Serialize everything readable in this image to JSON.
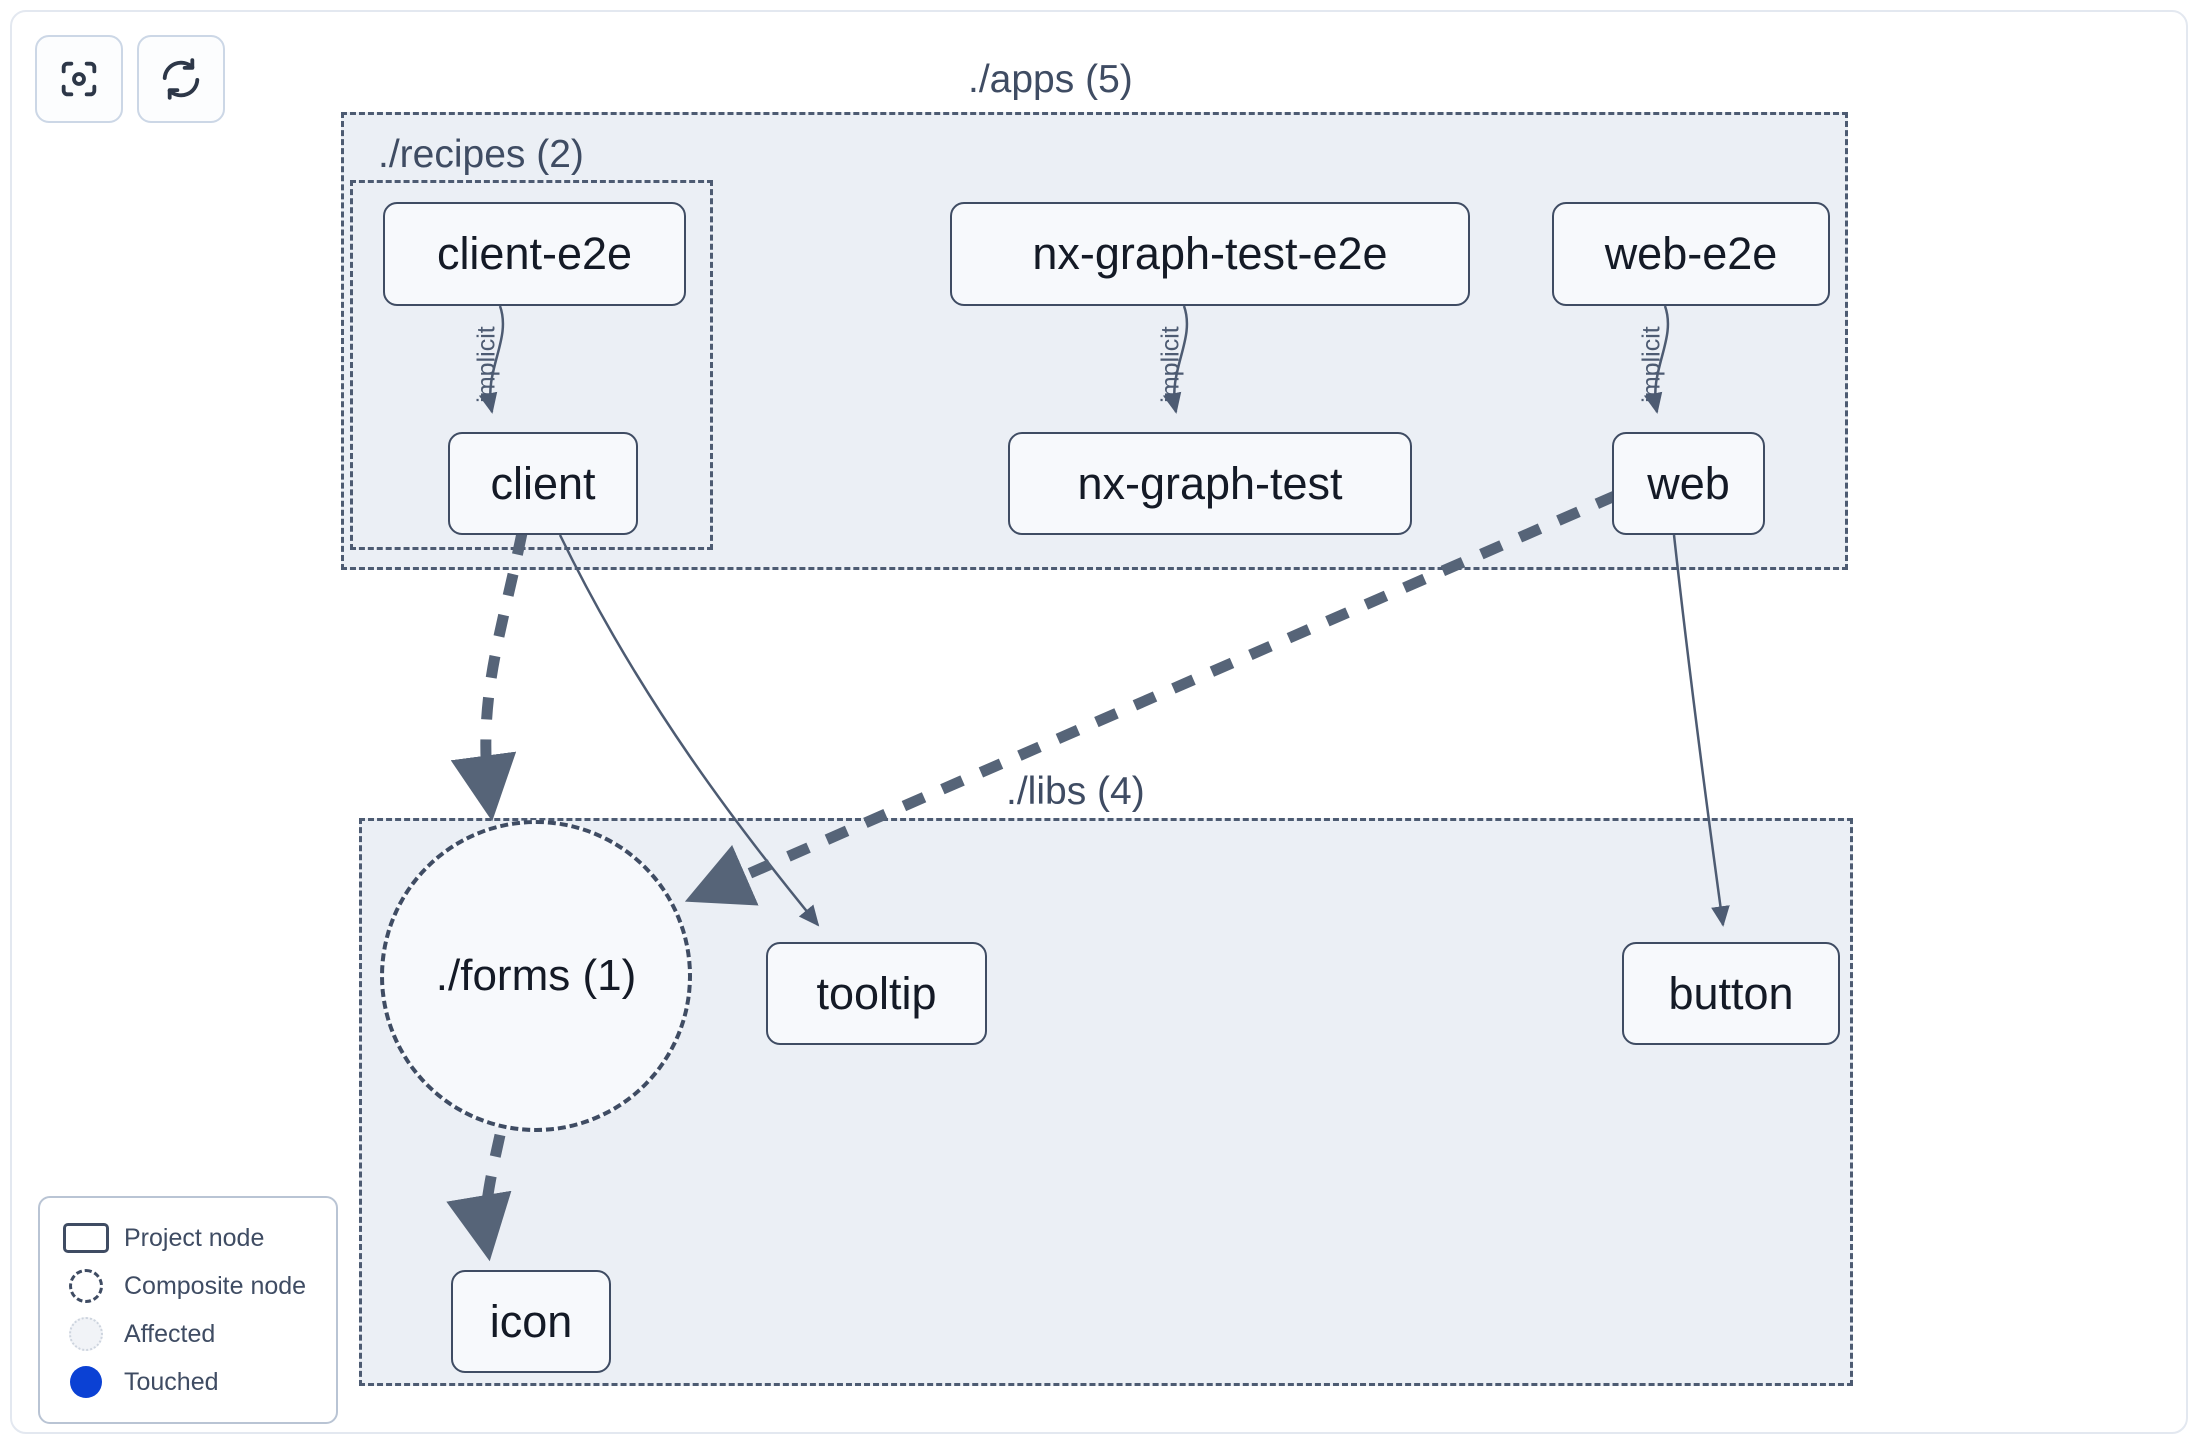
{
  "toolbar": {
    "buttons": [
      {
        "name": "focus-graph-button",
        "icon": "focus-target-icon",
        "label": ""
      },
      {
        "name": "refresh-graph-button",
        "icon": "refresh-icon",
        "label": ""
      }
    ]
  },
  "graph": {
    "groups": [
      {
        "id": "apps",
        "label": "./apps (5)",
        "count": 5
      },
      {
        "id": "recipes",
        "label": "./recipes (2)",
        "count": 2
      },
      {
        "id": "libs",
        "label": "./libs (4)",
        "count": 4
      }
    ],
    "nodes": [
      {
        "id": "client-e2e",
        "label": "client-e2e",
        "type": "project",
        "group": "recipes"
      },
      {
        "id": "nx-graph-test-e2e",
        "label": "nx-graph-test-e2e",
        "type": "project",
        "group": "apps"
      },
      {
        "id": "web-e2e",
        "label": "web-e2e",
        "type": "project",
        "group": "apps"
      },
      {
        "id": "client",
        "label": "client",
        "type": "project",
        "group": "recipes"
      },
      {
        "id": "nx-graph-test",
        "label": "nx-graph-test",
        "type": "project",
        "group": "apps"
      },
      {
        "id": "web",
        "label": "web",
        "type": "project",
        "group": "apps"
      },
      {
        "id": "forms",
        "label": "./forms (1)",
        "type": "composite",
        "group": "libs"
      },
      {
        "id": "tooltip",
        "label": "tooltip",
        "type": "project",
        "group": "libs"
      },
      {
        "id": "button",
        "label": "button",
        "type": "project",
        "group": "libs"
      },
      {
        "id": "icon",
        "label": "icon",
        "type": "project",
        "group": "libs"
      }
    ],
    "edges": [
      {
        "from": "client-e2e",
        "to": "client",
        "label": "implicit",
        "style": "solid"
      },
      {
        "from": "nx-graph-test-e2e",
        "to": "nx-graph-test",
        "label": "implicit",
        "style": "solid"
      },
      {
        "from": "web-e2e",
        "to": "web",
        "label": "implicit",
        "style": "solid"
      },
      {
        "from": "client",
        "to": "forms",
        "label": "",
        "style": "dashed"
      },
      {
        "from": "client",
        "to": "tooltip",
        "label": "",
        "style": "solid"
      },
      {
        "from": "web",
        "to": "forms",
        "label": "",
        "style": "dashed"
      },
      {
        "from": "web",
        "to": "button",
        "label": "",
        "style": "solid"
      },
      {
        "from": "forms",
        "to": "icon",
        "label": "",
        "style": "dashed"
      }
    ]
  },
  "legend": {
    "items": [
      {
        "swatch": "project-node-swatch",
        "label": "Project node"
      },
      {
        "swatch": "composite-node-swatch",
        "label": "Composite node"
      },
      {
        "swatch": "affected-swatch",
        "label": "Affected"
      },
      {
        "swatch": "touched-swatch",
        "label": "Touched"
      }
    ]
  },
  "colors": {
    "group_fill": "#ebeff5",
    "group_border": "#4d5b72",
    "node_fill": "#f7f9fc",
    "node_border": "#3f4c63",
    "node_text": "#141a26",
    "edge": "#4d5b72",
    "touched": "#0b41d4",
    "frame_border": "#e3e8f0"
  }
}
